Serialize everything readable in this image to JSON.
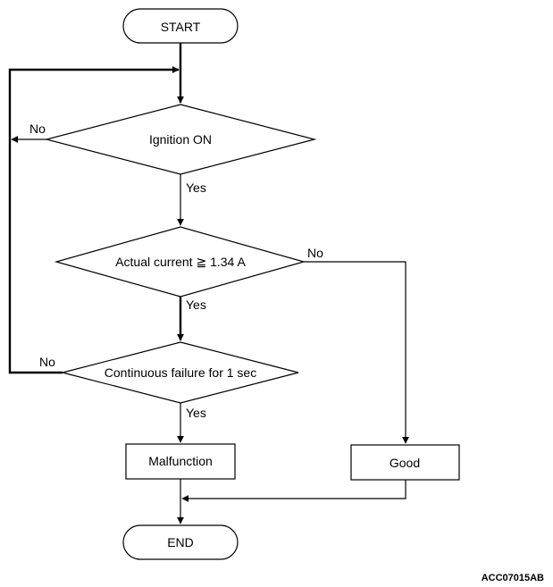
{
  "nodes": {
    "start": "START",
    "ignition": "Ignition ON",
    "current": "Actual current ≧ 1.34 A",
    "failure": "Continuous failure for 1 sec",
    "malfunction": "Malfunction",
    "good": "Good",
    "end": "END"
  },
  "edges": {
    "ignition_no": "No",
    "ignition_yes": "Yes",
    "current_no": "No",
    "current_yes": "Yes",
    "failure_no": "No",
    "failure_yes": "Yes"
  },
  "figure_code": "ACC07015AB"
}
